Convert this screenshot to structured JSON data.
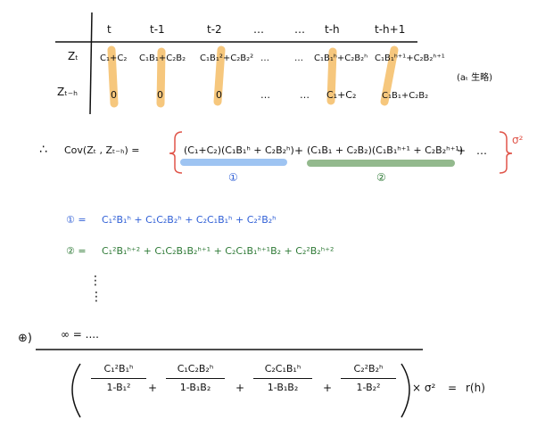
{
  "table": {
    "col_headers": [
      "t",
      "t-1",
      "t-2",
      "…",
      "…",
      "t-h",
      "t-h+1"
    ],
    "row1_label": "Zₜ",
    "row1_cells": [
      "C₁+C₂",
      "C₁B₁+C₂B₂",
      "C₁B₁²+C₂B₂²",
      "…",
      "…",
      "C₁B₁ʰ+C₂B₂ʰ",
      "C₁B₁ʰ⁺¹+C₂B₂ʰ⁺¹"
    ],
    "row2_label": "Zₜ₋ₕ",
    "row2_cells": [
      "0",
      "0",
      "0",
      "…",
      "…",
      "C₁+C₂",
      "C₁B₁+C₂B₂"
    ],
    "side_note": "(aₜ 生略)"
  },
  "cov": {
    "therefore": "∴",
    "lhs": "Cov(Zₜ , Zₜ₋ₕ) =",
    "term1": "(C₁+C₂)(C₁B₁ʰ + C₂B₂ʰ)",
    "plus1": "+",
    "term2": "(C₁B₁ + C₂B₂)(C₁B₁ʰ⁺¹ + C₂B₂ʰ⁺¹)",
    "plus2": "+",
    "ellipsis": "…",
    "sigma": "σ²",
    "label1": "①",
    "label2": "②"
  },
  "expansions": {
    "line1_label": "① =",
    "line1": "C₁²B₁ʰ + C₁C₂B₂ʰ + C₂C₁B₁ʰ + C₂²B₂ʰ",
    "line2_label": "② =",
    "line2": "C₁²B₁ʰ⁺² + C₁C₂B₁B₂ʰ⁺¹ + C₂C₁B₁ʰ⁺¹B₂ + C₂²B₂ʰ⁺²",
    "vdots": "⋮",
    "infinity_line": "∞ = ....",
    "oplus": "⊕)"
  },
  "sum": {
    "fractions": [
      {
        "num": "C₁²B₁ʰ",
        "den": "1-B₁²"
      },
      {
        "num": "C₁C₂B₂ʰ",
        "den": "1-B₁B₂"
      },
      {
        "num": "C₂C₁B₁ʰ",
        "den": "1-B₁B₂"
      },
      {
        "num": "C₂²B₂ʰ",
        "den": "1-B₂²"
      }
    ],
    "plus": "+",
    "times": "× σ²",
    "equals": "=",
    "result": "r(h)"
  },
  "colors": {
    "highlight_orange": "#f6c77d",
    "highlight_blue": "#9ec4f2",
    "highlight_green": "#93b98d",
    "bracket_red": "#e0554a",
    "ink_blue": "#2f5fd6",
    "ink_green": "#2f7a37"
  }
}
